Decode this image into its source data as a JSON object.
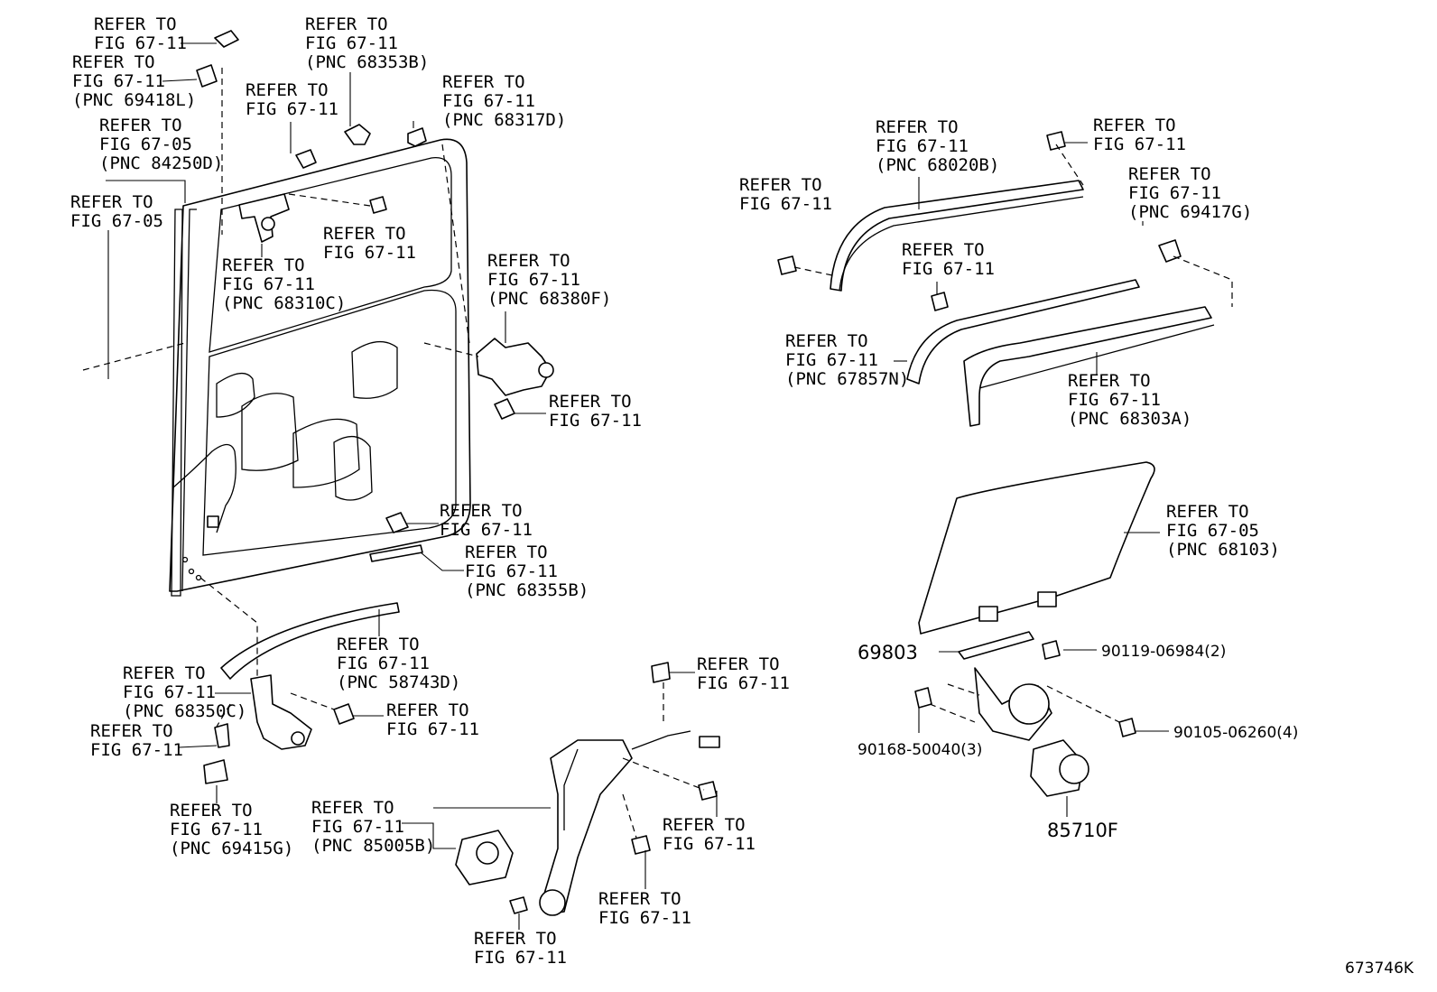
{
  "callouts": {
    "c01": [
      "REFER TO",
      "FIG 67-11"
    ],
    "c02": [
      "REFER TO",
      "FIG 67-11",
      "(PNC 69418L)"
    ],
    "c03": [
      "REFER TO",
      "FIG 67-05",
      "(PNC 84250D)"
    ],
    "c04": [
      "REFER TO",
      "FIG 67-05"
    ],
    "c05": [
      "REFER TO",
      "FIG 67-11",
      "(PNC 68353B)"
    ],
    "c06": [
      "REFER TO",
      "FIG 67-11"
    ],
    "c07": [
      "REFER TO",
      "FIG 67-11",
      "(PNC 68317D)"
    ],
    "c08": [
      "REFER TO",
      "FIG 67-11"
    ],
    "c09": [
      "REFER TO",
      "FIG 67-11",
      "(PNC 68310C)"
    ],
    "c10": [
      "REFER TO",
      "FIG 67-11",
      "(PNC 68380F)"
    ],
    "c11": [
      "REFER TO",
      "FIG 67-11"
    ],
    "c12": [
      "REFER TO",
      "FIG 67-11"
    ],
    "c13": [
      "REFER TO",
      "FIG 67-11",
      "(PNC 68355B)"
    ],
    "c14": [
      "REFER TO",
      "FIG 67-11",
      "(PNC 58743D)"
    ],
    "c15": [
      "REFER TO",
      "FIG 67-11",
      "(PNC 68350C)"
    ],
    "c16": [
      "REFER TO",
      "FIG 67-11"
    ],
    "c17": [
      "REFER TO",
      "FIG 67-11"
    ],
    "c18": [
      "REFER TO",
      "FIG 67-11",
      "(PNC 69415G)"
    ],
    "c19": [
      "REFER TO",
      "FIG 67-11",
      "(PNC 85005B)"
    ],
    "c20": [
      "REFER TO",
      "FIG 67-11"
    ],
    "c21": [
      "REFER TO",
      "FIG 67-11"
    ],
    "c22": [
      "REFER TO",
      "FIG 67-11"
    ],
    "c23": [
      "REFER TO",
      "FIG 67-11"
    ],
    "c24": [
      "REFER TO",
      "FIG 67-11",
      "(PNC 68020B)"
    ],
    "c25": [
      "REFER TO",
      "FIG 67-11"
    ],
    "c26": [
      "REFER TO",
      "FIG 67-11"
    ],
    "c27": [
      "REFER TO",
      "FIG 67-11",
      "(PNC 69417G)"
    ],
    "c28": [
      "REFER TO",
      "FIG 67-11"
    ],
    "c29": [
      "REFER TO",
      "FIG 67-11",
      "(PNC 67857N)"
    ],
    "c30": [
      "REFER TO",
      "FIG 67-11",
      "(PNC 68303A)"
    ],
    "c31": [
      "REFER TO",
      "FIG 67-05",
      "(PNC 68103)"
    ]
  },
  "parts": {
    "p69803": "69803",
    "p85710F": "85710F",
    "p90119": "90119-06984(2)",
    "p90168": "90168-50040(3)",
    "p90105": "90105-06260(4)"
  },
  "illustration_code": "673746K"
}
